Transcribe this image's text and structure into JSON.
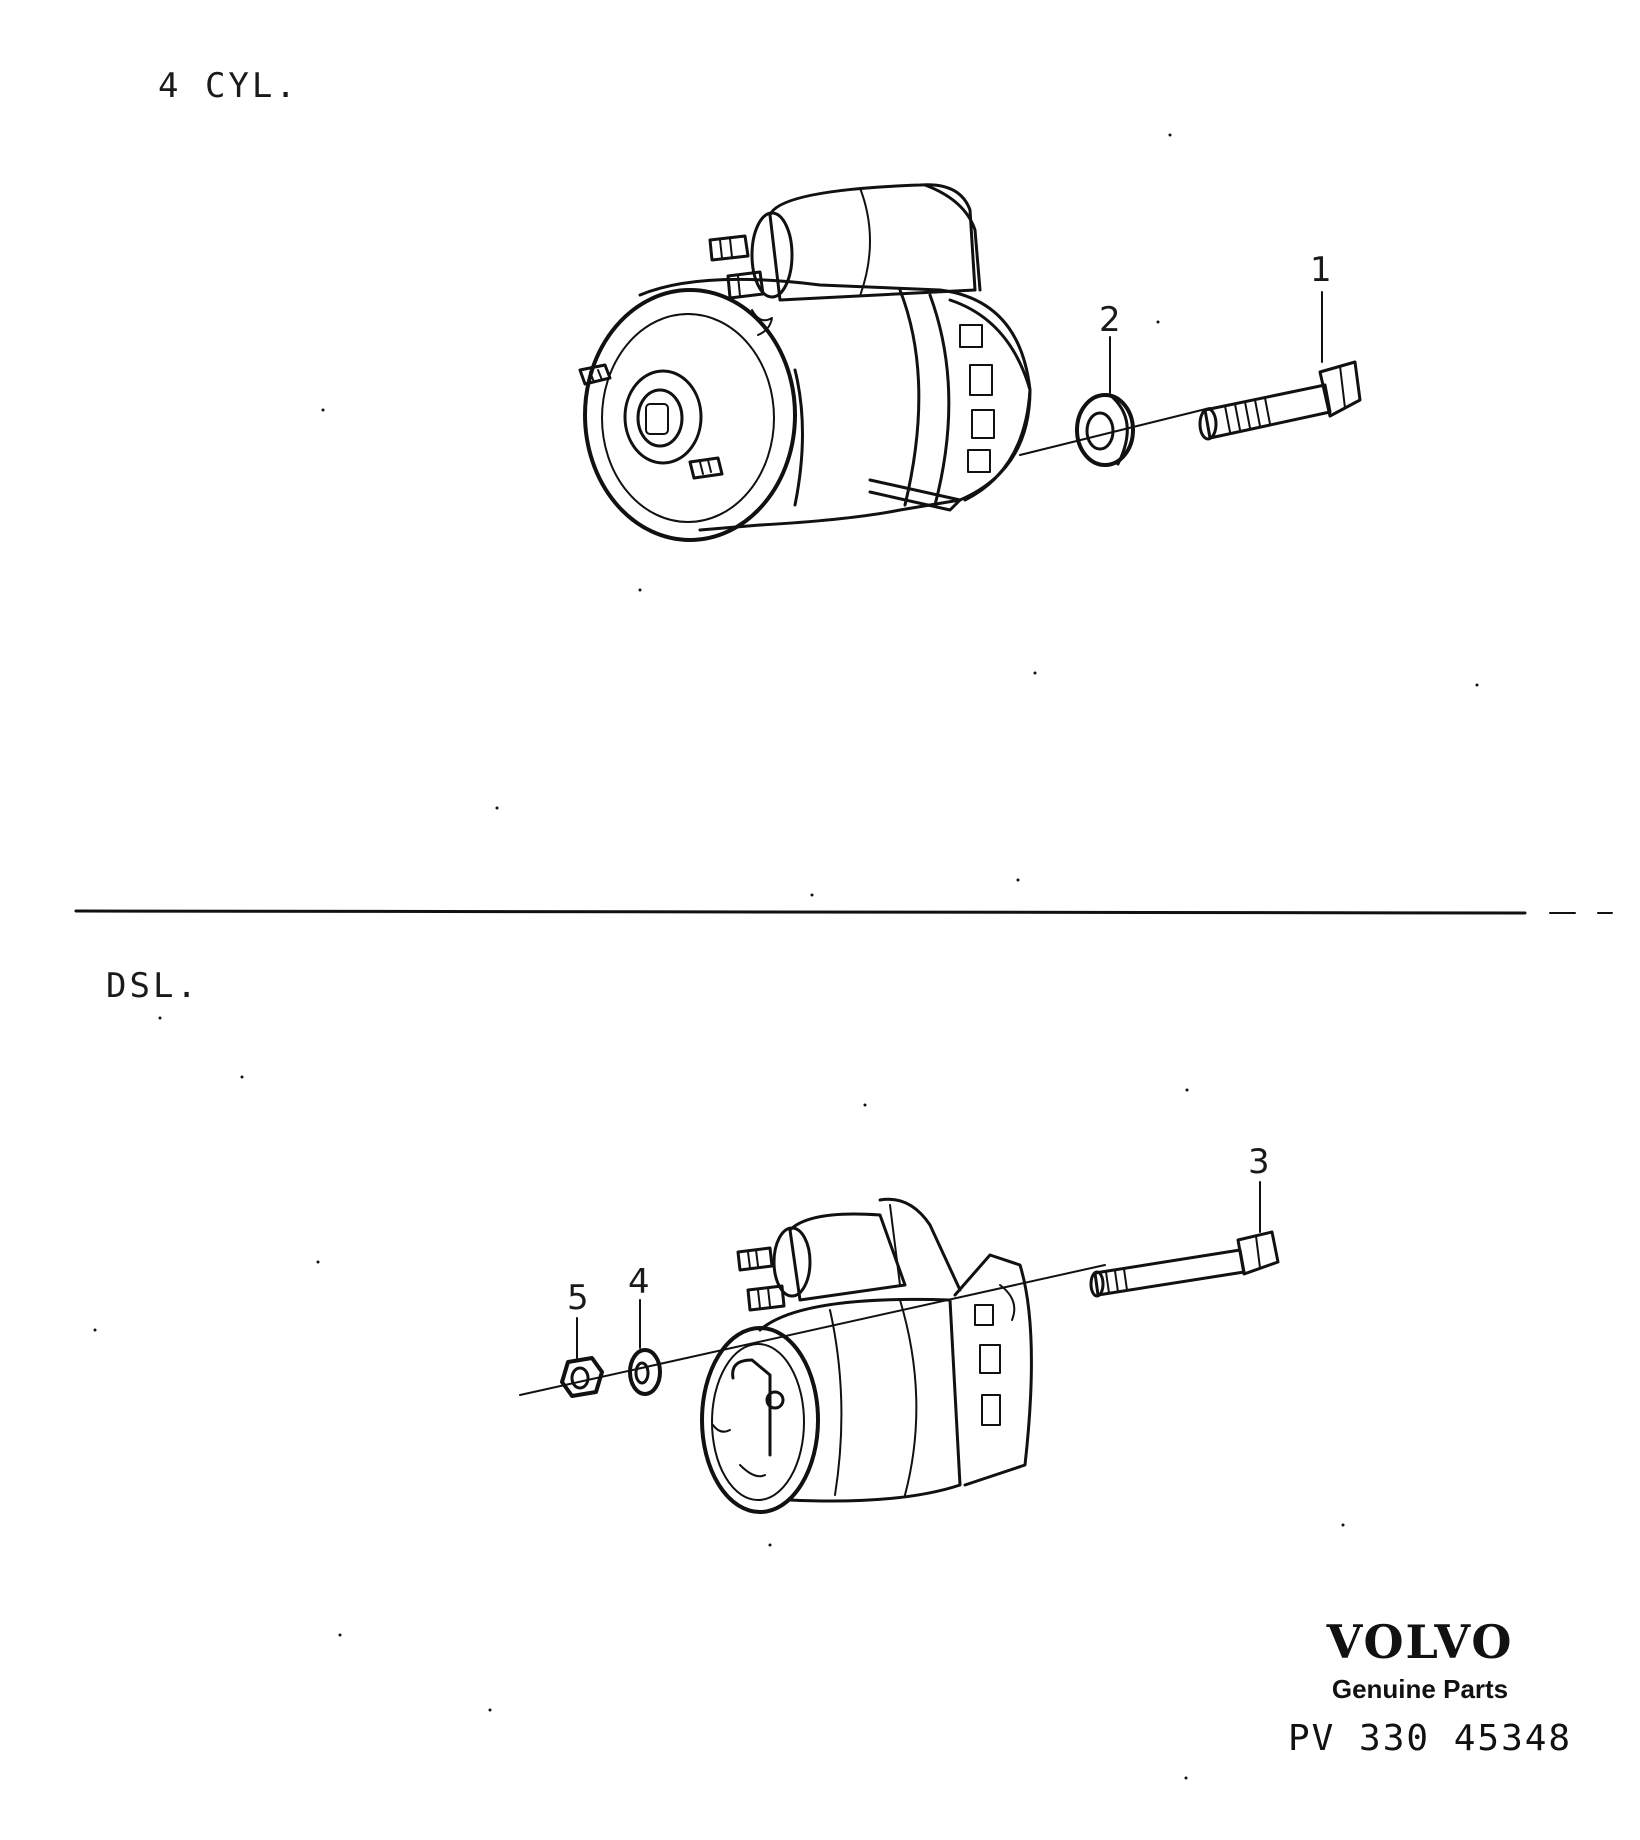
{
  "sections": {
    "top_label": "4 CYL.",
    "bottom_label": "DSL."
  },
  "callouts": {
    "c1": "1",
    "c2": "2",
    "c3": "3",
    "c4": "4",
    "c5": "5"
  },
  "brand": {
    "name": "VOLVO",
    "sub": "Genuine Parts",
    "part_number": "PV 330 45348"
  },
  "colors": {
    "ink": "#111111",
    "paper": "#ffffff"
  }
}
